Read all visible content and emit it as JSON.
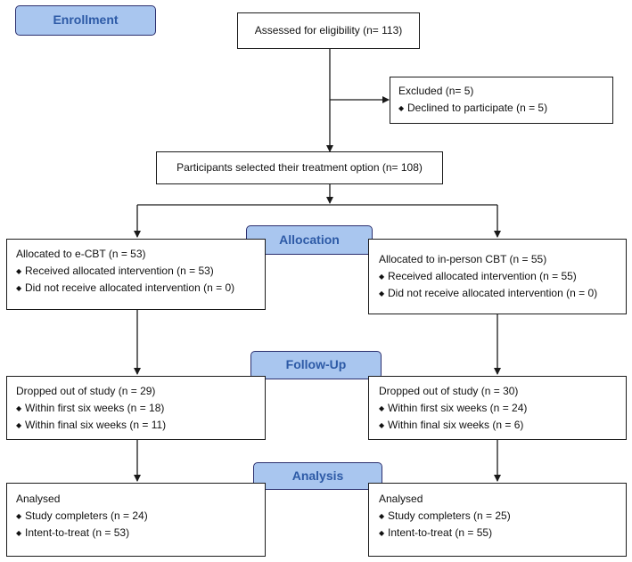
{
  "stages": {
    "enrollment": "Enrollment",
    "allocation": "Allocation",
    "followup": "Follow-Up",
    "analysis": "Analysis"
  },
  "bullet_glyph": "◆",
  "assessed": "Assessed for eligibility (n= 113)",
  "excluded": {
    "title": "Excluded (n= 5)",
    "items": [
      "Declined to participate (n = 5)"
    ]
  },
  "selected": "Participants selected their treatment option (n= 108)",
  "allocation_left": {
    "title": "Allocated to e-CBT (n = 53)",
    "items": [
      "Received allocated intervention (n =  53)",
      "Did not receive allocated intervention (n = 0)"
    ]
  },
  "allocation_right": {
    "title": "Allocated to in-person CBT (n = 55)",
    "items": [
      "Received allocated intervention (n = 55)",
      "Did not receive allocated intervention (n = 0)"
    ]
  },
  "followup_left": {
    "title": "Dropped out of study (n = 29)",
    "items": [
      "Within first six weeks (n = 18)",
      "Within final six weeks (n = 11)"
    ]
  },
  "followup_right": {
    "title": "Dropped out of study (n = 30)",
    "items": [
      "Within first six weeks (n = 24)",
      "Within final six weeks (n = 6)"
    ]
  },
  "analysis_left": {
    "title": "Analysed",
    "items": [
      "Study completers (n = 24)",
      "Intent-to-treat (n = 53)"
    ]
  },
  "analysis_right": {
    "title": "Analysed",
    "items": [
      "Study completers (n = 25)",
      "Intent-to-treat (n = 55)"
    ]
  }
}
